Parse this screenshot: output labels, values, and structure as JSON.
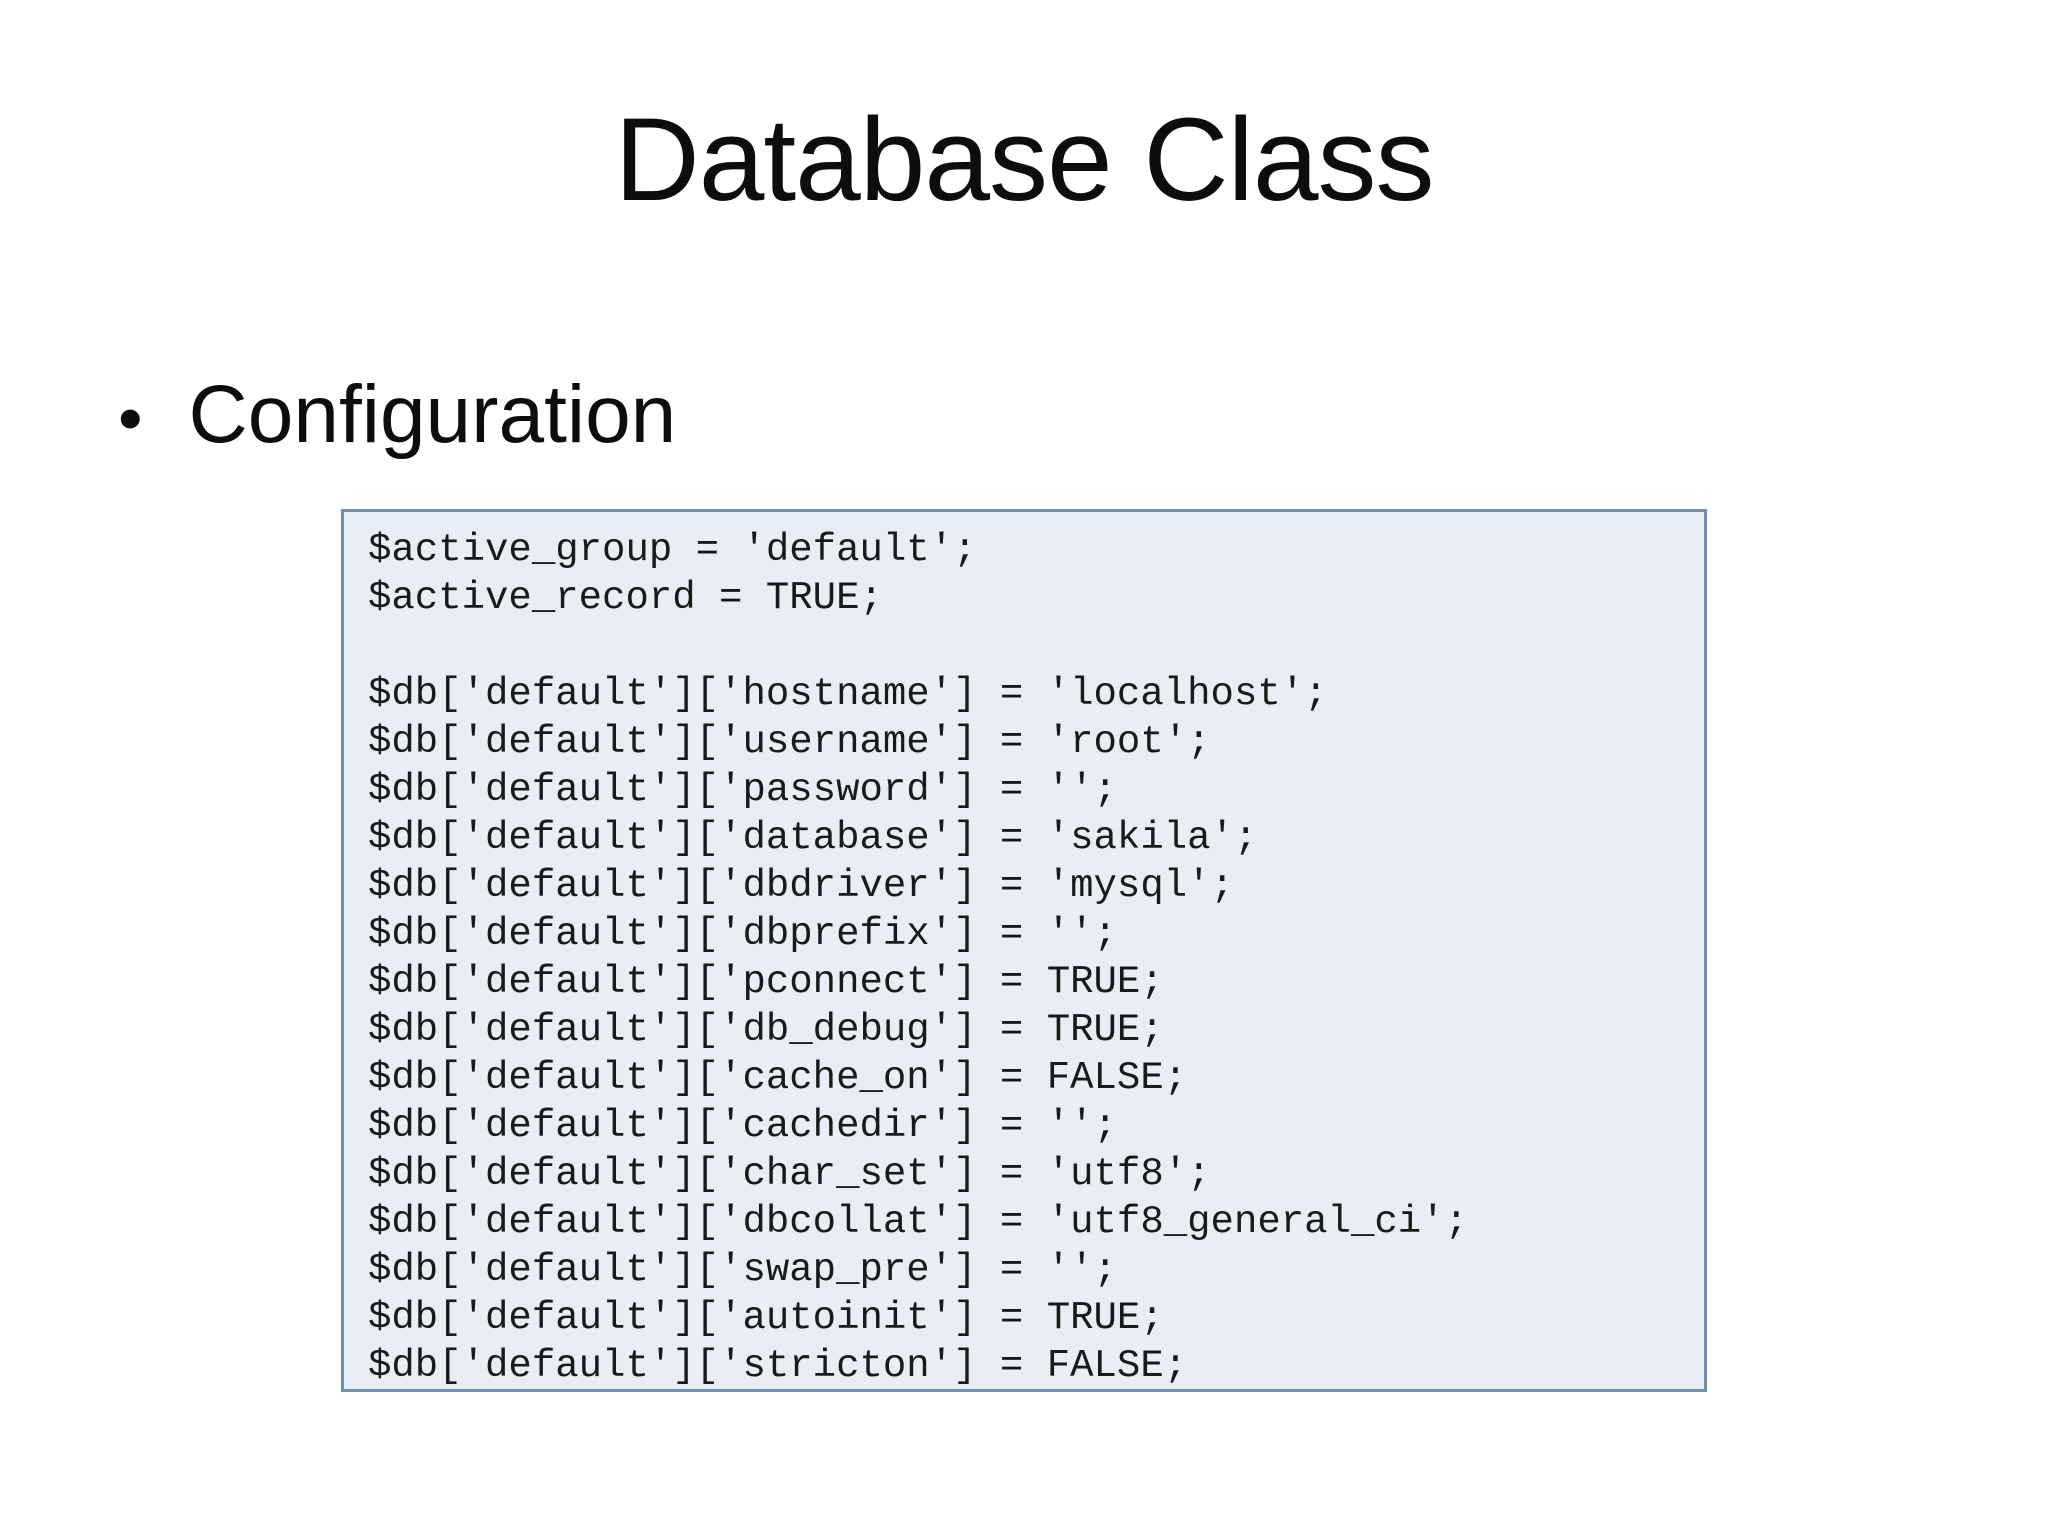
{
  "slide": {
    "title": "Database Class",
    "bullet": {
      "marker": "•",
      "label": "Configuration"
    },
    "code_box": {
      "border_color": "#6b91ba",
      "background_color": "#e9edf5",
      "text_color": "#1a1a1a",
      "lines": [
        "$active_group = 'default';",
        "$active_record = TRUE;",
        "",
        "$db['default']['hostname'] = 'localhost';",
        "$db['default']['username'] = 'root';",
        "$db['default']['password'] = '';",
        "$db['default']['database'] = 'sakila';",
        "$db['default']['dbdriver'] = 'mysql';",
        "$db['default']['dbprefix'] = '';",
        "$db['default']['pconnect'] = TRUE;",
        "$db['default']['db_debug'] = TRUE;",
        "$db['default']['cache_on'] = FALSE;",
        "$db['default']['cachedir'] = '';",
        "$db['default']['char_set'] = 'utf8';",
        "$db['default']['dbcollat'] = 'utf8_general_ci';",
        "$db['default']['swap_pre'] = '';",
        "$db['default']['autoinit'] = TRUE;",
        "$db['default']['stricton'] = FALSE;"
      ]
    }
  }
}
